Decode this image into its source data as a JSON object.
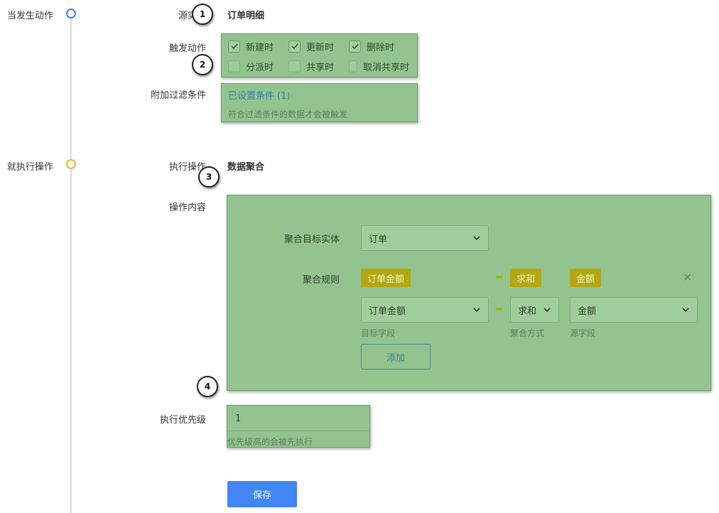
{
  "steps": {
    "trigger": "当发生动作",
    "execute": "就执行操作"
  },
  "source": {
    "label": "源实体",
    "value": "订单明细"
  },
  "trigger_actions": {
    "label": "触发动作",
    "options": [
      {
        "label": "新建时",
        "checked": true
      },
      {
        "label": "更新时",
        "checked": true
      },
      {
        "label": "删除时",
        "checked": true
      },
      {
        "label": "分派时",
        "checked": false
      },
      {
        "label": "共享时",
        "checked": false
      },
      {
        "label": "取消共享时",
        "checked": false
      }
    ]
  },
  "filter": {
    "label": "附加过滤条件",
    "link": "已设置条件 (1)",
    "hint": "符合过滤条件的数据才会被触发"
  },
  "operation": {
    "label": "执行操作",
    "value": "数据聚合"
  },
  "content": {
    "label": "操作内容",
    "target_entity_label": "聚合目标实体",
    "target_entity_value": "订单",
    "rules_label": "聚合规则",
    "rule": {
      "target": "订单金额",
      "method": "求和",
      "source": "金额"
    },
    "editor": {
      "target_value": "订单金额",
      "target_caption": "目标字段",
      "method_value": "求和",
      "method_caption": "聚合方式",
      "source_value": "金额",
      "source_caption": "源字段"
    },
    "add_label": "添加"
  },
  "priority": {
    "label": "执行优先级",
    "value": "1",
    "hint": "优先级高的会被先执行"
  },
  "save_label": "保存",
  "callouts": [
    "1",
    "2",
    "3",
    "4"
  ],
  "colors": {
    "highlight": "#93c48f",
    "tag": "#b3a814",
    "primary": "#4285f4",
    "timeline_blue": "#3f7fe6",
    "timeline_yellow": "#f0b43a"
  }
}
